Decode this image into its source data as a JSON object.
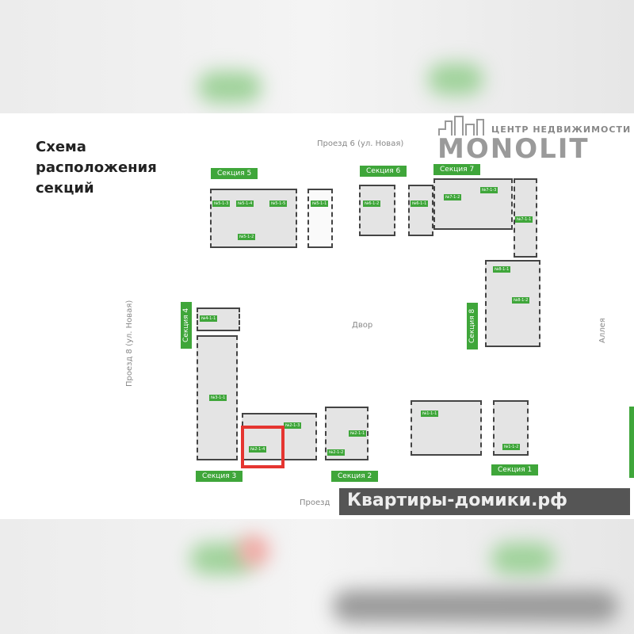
{
  "title": "Схема расположения секций",
  "logo": {
    "subtitle": "ЦЕНТР НЕДВИЖИМОСТИ",
    "name": "MONOLIT"
  },
  "streets": {
    "top": "Проезд 6 (ул. Новая)",
    "left": "Проезд 8 (ул. Новая)",
    "center": "Двор",
    "right": "Аллея",
    "bottom": "Проезд"
  },
  "sections": [
    "Секция 1",
    "Секция 2",
    "Секция 3",
    "Секция 4",
    "Секция 5",
    "Секция 6",
    "Секция 7",
    "Секция 8"
  ],
  "units": [
    "№5-1-3",
    "№5-1-4",
    "№5-1-5",
    "№5-1-2",
    "№5-1-1",
    "№6-1-2",
    "№6-1-1",
    "№7-1-2",
    "№7-1-3",
    "№7-1-1",
    "№8-1-1",
    "№8-1-2",
    "№4-1-1",
    "№3-1-1",
    "№2-1-4",
    "№2-1-3",
    "№2-1-1",
    "№2-1-2",
    "№1-1-1",
    "№1-1-2"
  ],
  "highlighted_unit": "№2-1-4",
  "watermark": "Квартиры-домики.рф",
  "colors": {
    "accent": "#3fa63a",
    "highlight": "#e53530"
  }
}
